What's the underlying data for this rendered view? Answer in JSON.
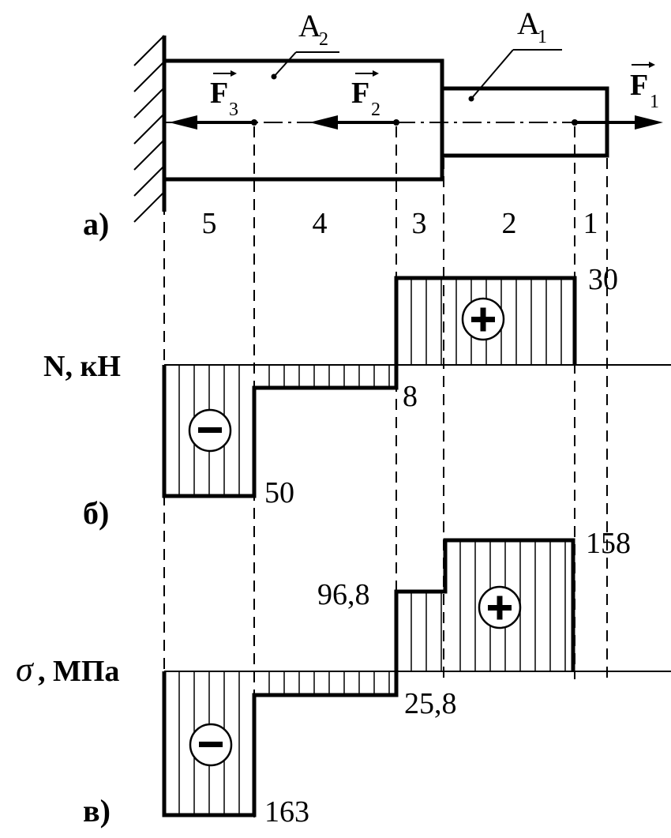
{
  "part_labels": {
    "a": "а)",
    "b": "б)",
    "v": "в)"
  },
  "areas": {
    "a1": "A",
    "a1_sub": "1",
    "a2": "A",
    "a2_sub": "2"
  },
  "forces": {
    "f1": "F",
    "f1_sub": "1",
    "f2": "F",
    "f2_sub": "2",
    "f3": "F",
    "f3_sub": "3"
  },
  "sections": [
    "5",
    "4",
    "3",
    "2",
    "1"
  ],
  "diagram_n": {
    "axis_label": "N, кН",
    "values": {
      "pos": "30",
      "neg_small": "8",
      "neg_big": "50"
    },
    "sign_plus": "+",
    "sign_minus": "−"
  },
  "diagram_sigma": {
    "axis_symbol": "σ",
    "axis_label": ", МПа",
    "values": {
      "max": "158",
      "mid": "96,8",
      "neg_small": "25,8",
      "neg_big": "163"
    },
    "sign_plus": "+",
    "sign_minus": "−"
  }
}
